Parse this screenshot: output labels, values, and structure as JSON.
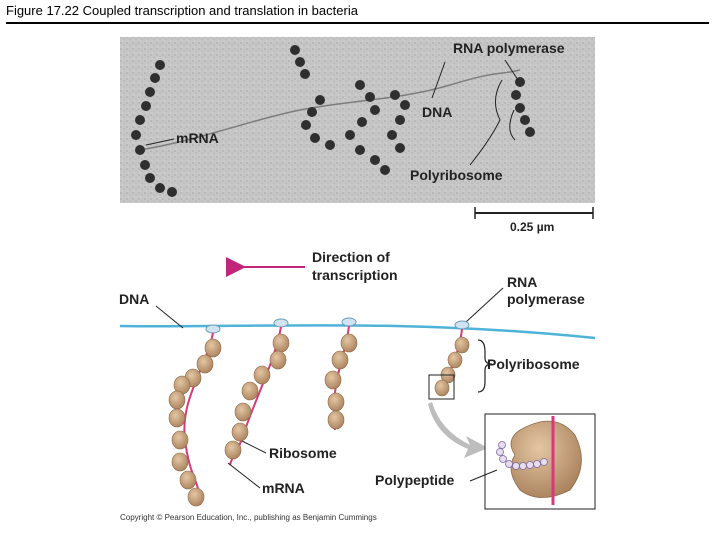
{
  "figure": {
    "title": "Figure 17.22  Coupled transcription and translation in bacteria"
  },
  "micrograph": {
    "labels": {
      "rna_polymerase": "RNA polymerase",
      "dna": "DNA",
      "mrna": "mRNA",
      "polyribosome": "Polyribosome"
    },
    "scale_bar": "0.25 µm"
  },
  "diagram": {
    "direction_label_1": "Direction of",
    "direction_label_2": "transcription",
    "dna": "DNA",
    "rna_label_1": "RNA",
    "rna_label_2": "polymerase",
    "polyribosome": "Polyribosome",
    "ribosome": "Ribosome",
    "mrna": "mRNA",
    "polypeptide": "Polypeptide"
  },
  "colors": {
    "dna": "#4fb3d9",
    "mrna": "#d63a7a",
    "ribosome": "#c9a47e",
    "arrow": "#c2257a",
    "micrograph_bg": "#c9c9c9"
  },
  "copyright": "Copyright © Pearson Education, Inc., publishing as Benjamin Cummings"
}
